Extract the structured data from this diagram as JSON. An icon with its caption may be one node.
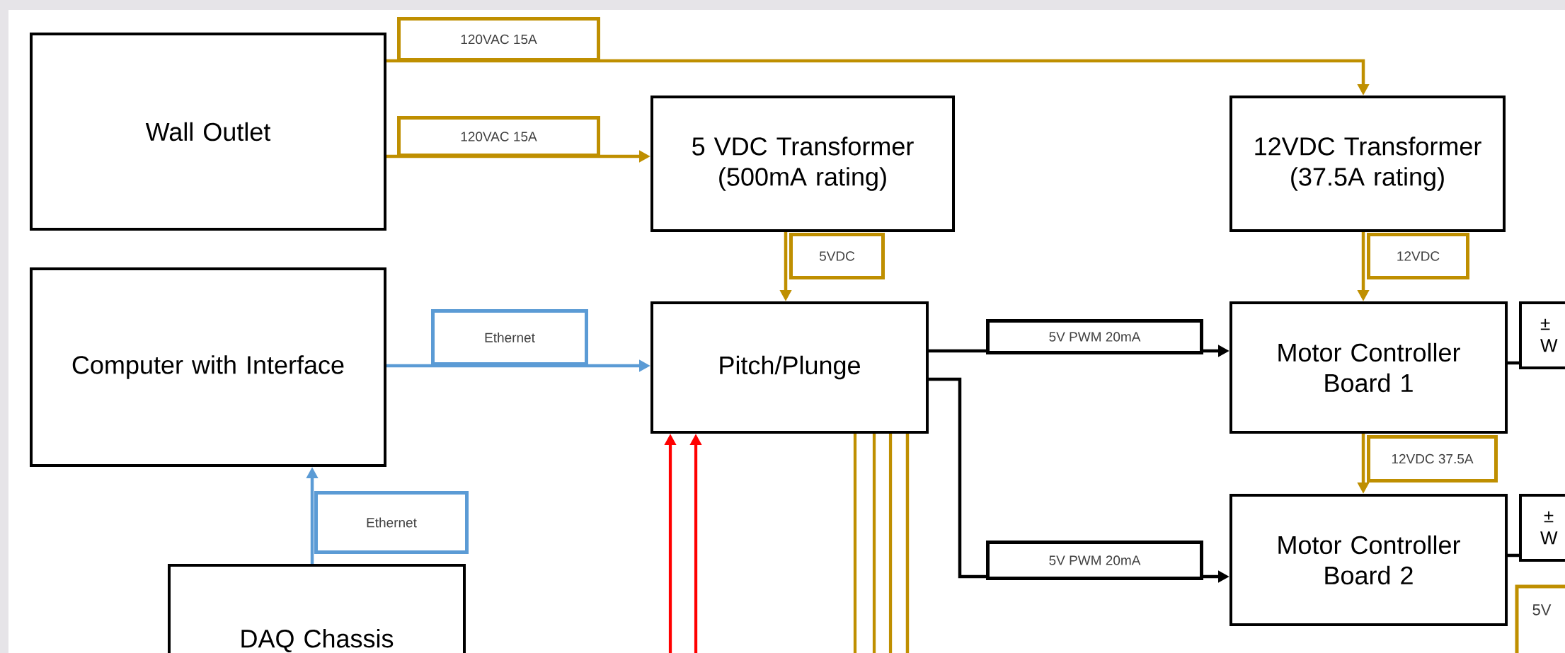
{
  "diagram": {
    "nodes": [
      {
        "text": [
          "Wall Outlet"
        ]
      },
      {
        "text": [
          "5 VDC Transformer (500mA rating)"
        ]
      },
      {
        "text": [
          "12VDC Transformer (37.5A rating)"
        ]
      },
      {
        "text": [
          "Computer with Interface"
        ]
      },
      {
        "text": [
          "Pitch/Plunge"
        ]
      },
      {
        "text": [
          "Motor Controller Board 1"
        ]
      },
      {
        "text": [
          "± W"
        ]
      },
      {
        "text": [
          "Motor Controller Board 2"
        ]
      },
      {
        "text": [
          "± W"
        ]
      },
      {
        "text": [
          "DAQ Chassis"
        ]
      }
    ],
    "edges": [
      {
        "from": 0,
        "to": 2,
        "arrow": "to",
        "label": "120VAC 15A"
      },
      {
        "from": 0,
        "to": 1,
        "arrow": "to",
        "label": "120VAC 15A"
      },
      {
        "from": 1,
        "to": 4,
        "arrow": "to",
        "label": "5VDC"
      },
      {
        "from": 2,
        "to": 5,
        "arrow": "to",
        "label": "12VDC"
      },
      {
        "from": 3,
        "to": 4,
        "arrow": "to",
        "label": "Ethernet",
        "color": "#5b9bd5"
      },
      {
        "from": 9,
        "to": 3,
        "arrow": "to",
        "label": "Ethernet",
        "color": "#5b9bd5"
      },
      {
        "from": 4,
        "to": 5,
        "arrow": "to",
        "label": "5V PWM 20mA",
        "color": "#000000"
      },
      {
        "from": 4,
        "to": 7,
        "arrow": "to",
        "label": "5V PWM 20mA",
        "color": "#000000"
      },
      {
        "from": 5,
        "to": 7,
        "arrow": "to",
        "label": "12VDC 37.5A"
      },
      {
        "from": 5,
        "to": 6,
        "arrow": "none",
        "color": "#000000"
      },
      {
        "from": 7,
        "to": 8,
        "arrow": "none",
        "color": "#000000"
      },
      {
        "from": null,
        "to": 4,
        "arrow": "to",
        "color": "#ff0000"
      },
      {
        "from": null,
        "to": 4,
        "arrow": "to",
        "color": "#ff0000"
      },
      {
        "from": 4,
        "to": null,
        "arrow": "none"
      },
      {
        "from": 4,
        "to": null,
        "arrow": "none"
      },
      {
        "from": 4,
        "to": null,
        "arrow": "none"
      },
      {
        "from": 4,
        "to": null,
        "arrow": "none"
      }
    ],
    "labels": [
      "5V"
    ]
  }
}
